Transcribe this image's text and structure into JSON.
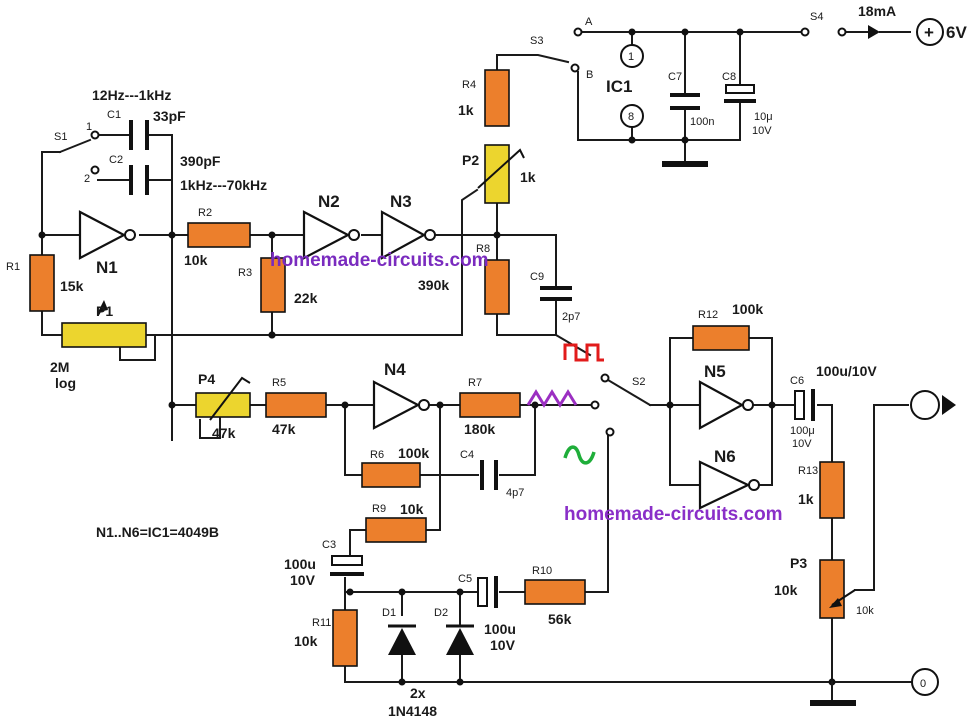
{
  "labels": {
    "c1_range": "12Hz---1kHz",
    "c1_name": "C1",
    "c1_value": "33pF",
    "c2_name": "C2",
    "c2_value": "390pF",
    "c2_range": "1kHz---70kHz",
    "s1": "S1",
    "s1_pos1": "1",
    "s1_pos2": "2",
    "r1_name": "R1",
    "r1_value": "15k",
    "p1_name": "P1",
    "p1_value_1": "2M",
    "p1_value_2": "log",
    "n1": "N1",
    "r2_name": "R2",
    "r2_value": "10k",
    "r3_name": "R3",
    "r3_value": "22k",
    "n2": "N2",
    "n3": "N3",
    "s3": "S3",
    "s3_a": "A",
    "s3_b": "B",
    "r4_name": "R4",
    "r4_value": "1k",
    "p2_name": "P2",
    "p2_value": "1k",
    "r8_name": "R8",
    "r8_value": "390k",
    "c9_name": "C9",
    "c9_value": "2p7",
    "ic1_name": "IC1",
    "ic1_pin1": "1",
    "ic1_pin8": "8",
    "c7_name": "C7",
    "c7_value": "100n",
    "c8_name": "C8",
    "c8_value_1": "10μ",
    "c8_value_2": "10V",
    "s4": "S4",
    "current": "18mA",
    "supply_sign": "+",
    "supply": "6V",
    "p4_name": "P4",
    "p4_value": "47k",
    "r5_name": "R5",
    "r5_value": "47k",
    "n4": "N4",
    "r7_name": "R7",
    "r7_value": "180k",
    "r6_name": "R6",
    "r6_value": "100k",
    "c4_name": "C4",
    "c4_value": "4p7",
    "r9_name": "R9",
    "r9_value": "10k",
    "c3_name": "C3",
    "c3_value_1": "100u",
    "c3_value_2": "10V",
    "r11_name": "R11",
    "r11_value": "10k",
    "d1": "D1",
    "d2": "D2",
    "diodes_1": "2x",
    "diodes_2": "1N4148",
    "c5_name": "C5",
    "c5_value_1": "100u",
    "c5_value_2": "10V",
    "r10_name": "R10",
    "r10_value": "56k",
    "s2": "S2",
    "r12_name": "R12",
    "r12_value": "100k",
    "n5": "N5",
    "n6": "N6",
    "c6_name": "C6",
    "c6_value": "100u/10V",
    "c6_small_1": "100μ",
    "c6_small_2": "10V",
    "r13_name": "R13",
    "r13_value": "1k",
    "p3_name": "P3",
    "p3_value": "10k",
    "p3_small": "10k",
    "gnd_terminal": "0",
    "ic_note": "N1..N6=IC1=4049B",
    "watermark_1": "homemade-circuits.com",
    "watermark_2": "homemade-circuits.com"
  },
  "colors": {
    "resistor": "#ec7f2c",
    "potentiometer": "#ecd52e",
    "watermark_1": "#7a2bbf",
    "watermark_2": "#8a2fc8",
    "square_wave": "#e21b1b",
    "triangle_wave": "#9b2fc2",
    "sine_wave": "#1fae3a"
  }
}
